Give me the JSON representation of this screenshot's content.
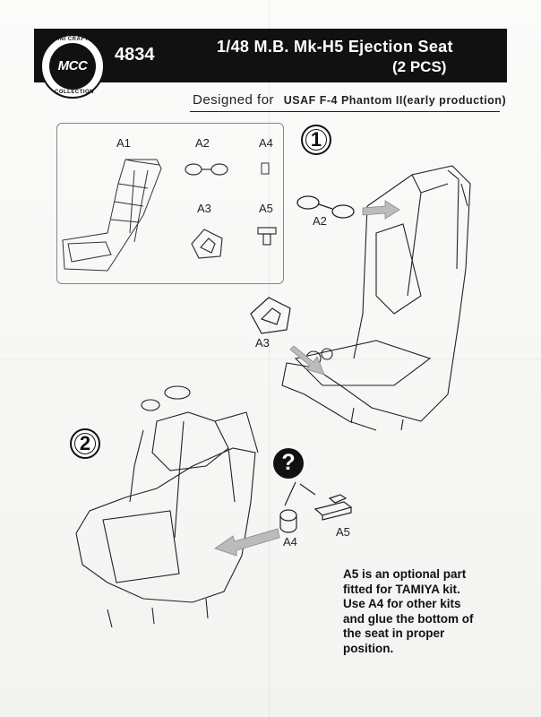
{
  "header": {
    "kit_code": "4834",
    "title_line1": "1/48 M.B. Mk-H5 Ejection Seat",
    "title_line2": "(2 PCS)"
  },
  "logo": {
    "arc_top": "MINI CRAFT",
    "center": "MCC",
    "arc_bottom": "COLLECTION"
  },
  "designed_for": {
    "prefix": "Designed for",
    "aircraft": "USAF F-4 Phantom II(early production)"
  },
  "parts_box": {
    "labels": [
      "A1",
      "A2",
      "A4",
      "A3",
      "A5"
    ]
  },
  "step1": {
    "number": "1",
    "callouts": [
      "A2",
      "A3"
    ]
  },
  "step2": {
    "number": "2",
    "question_mark": "?",
    "callouts": [
      "A4",
      "A5"
    ]
  },
  "note": {
    "lines": [
      "A5 is an optional part",
      "fitted for TAMIYA kit.",
      "Use A4 for other kits",
      "and glue the bottom of",
      "the seat in proper",
      "position."
    ]
  }
}
